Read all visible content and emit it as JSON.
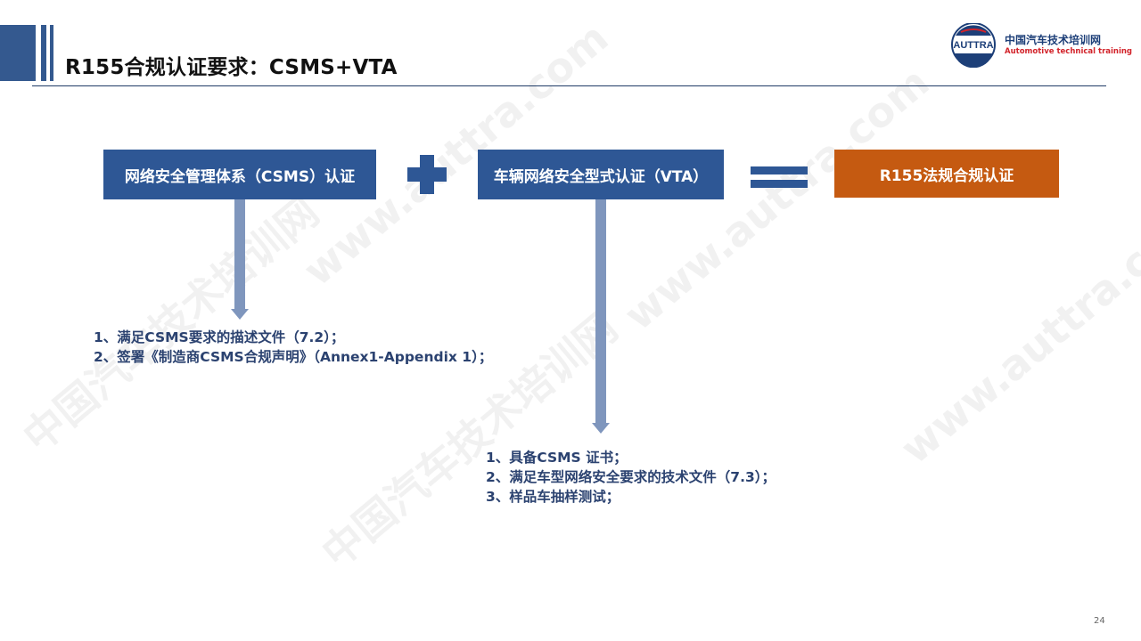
{
  "title": "R155合规认证要求：CSMS+VTA",
  "logo": {
    "badge": "AUTTRA",
    "cn": "中国汽车技术培训网",
    "en": "Automotive technical training"
  },
  "boxes": {
    "csms": "网络安全管理体系（CSMS）认证",
    "vta": "车辆网络安全型式认证（VTA）",
    "result": "R155法规合规认证"
  },
  "csms_items": [
    "1、满足CSMS要求的描述文件（7.2）；",
    "2、签署《制造商CSMS合规声明》（Annex1-Appendix 1）；"
  ],
  "vta_items": [
    "1、具备CSMS 证书；",
    "2、满足车型网络安全要求的技术文件（7.3）；",
    "3、样品车抽样测试；"
  ],
  "watermarks": [
    "www.auttra.com",
    "中国汽车技术培训网"
  ],
  "page_number": "24",
  "colors": {
    "primary": "#2e5795",
    "accent": "#c55a11",
    "arrow": "#7f96bd",
    "logo_red": "#d2232a"
  }
}
